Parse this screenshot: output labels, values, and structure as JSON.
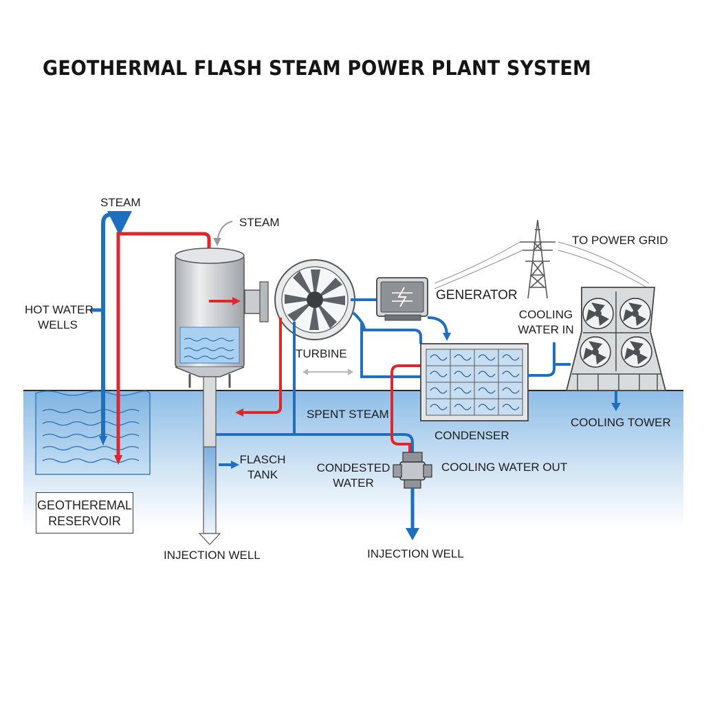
{
  "title": "GEOTHERMAL FLASH STEAM POWER PLANT SYSTEM",
  "labels": {
    "steam_top": "STEAM",
    "steam_tank": "STEAM",
    "hot_water_wells": [
      "HOT WATER",
      "WELLS"
    ],
    "turbine": "TURBINE",
    "generator": "GENERATOR",
    "to_power_grid": "TO POWER GRID",
    "cooling_water_in": [
      "COOLING",
      "WATER IN"
    ],
    "spent_steam": "SPENT STEAM",
    "condenser": "CONDENSER",
    "cooling_tower": "COOLING TOWER",
    "flash_tank": [
      "FLASCH",
      "TANK"
    ],
    "condensed_water": [
      "CONDESTED",
      "WATER"
    ],
    "cooling_water_out": "COOLING WATER OUT",
    "injection_well_left": "INJECTION WELL",
    "injection_well_right": "INJECTION WELL",
    "geothermal_reservoir": [
      "GEOTHEREMAL",
      "RESERVOIR"
    ]
  },
  "colors": {
    "hot_pipe": "#e0262d",
    "cold_pipe": "#1f6fbf",
    "ground": "#9cc6e8",
    "metal": "#c9ccd0"
  }
}
